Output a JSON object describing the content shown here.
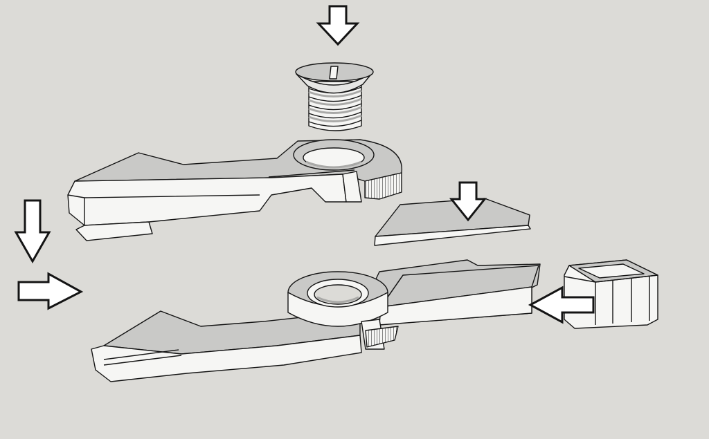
{
  "colors": {
    "background": "#dcdbd7",
    "part_top": "#c9c9c7",
    "part_side": "#f6f6f4",
    "part_dark": "#a9a9a7",
    "outline": "#141414",
    "arrow_fill": "#ffffff"
  },
  "parts": [
    "screw",
    "upper-handle",
    "blade",
    "lower-handle",
    "end-cap"
  ],
  "arrows": [
    {
      "name": "arrow-down-screw",
      "direction": "down"
    },
    {
      "name": "arrow-down-left",
      "direction": "down"
    },
    {
      "name": "arrow-right-left",
      "direction": "right"
    },
    {
      "name": "arrow-down-blade",
      "direction": "down"
    },
    {
      "name": "arrow-left-cap",
      "direction": "left"
    }
  ]
}
